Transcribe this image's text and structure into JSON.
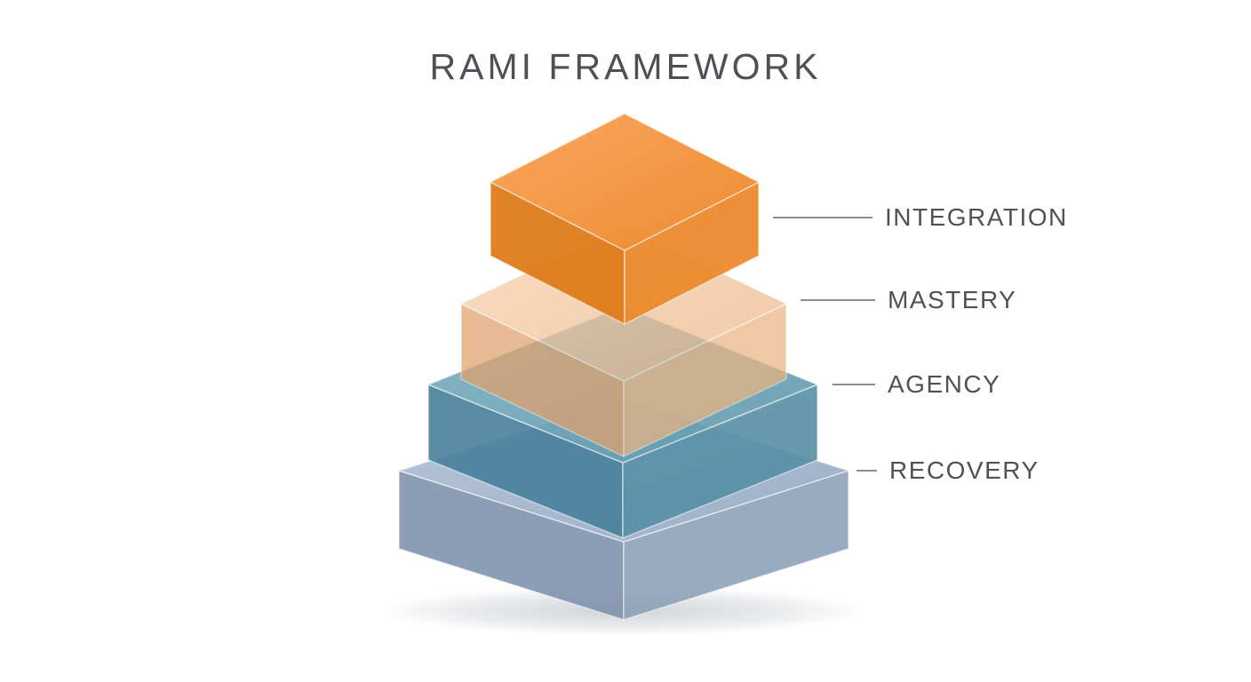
{
  "diagram": {
    "title": "RAMI FRAMEWORK",
    "layers": [
      {
        "label": "RECOVERY",
        "colors": {
          "top_light": "#aebed3",
          "top": "#8ea4bf",
          "left": "#7d91ab",
          "right": "#8aa0b8",
          "opacity": 0.88
        }
      },
      {
        "label": "AGENCY",
        "colors": {
          "top_light": "#7cb0c0",
          "top": "#5c96ab",
          "left": "#49809b",
          "right": "#5890a6",
          "opacity": 0.9
        }
      },
      {
        "label": "MASTERY",
        "colors": {
          "top_light": "#f6d2ac",
          "top": "#ecb285",
          "left": "#e0a26c",
          "right": "#eab482",
          "opacity": 0.72
        }
      },
      {
        "label": "INTEGRATION",
        "colors": {
          "top_light": "#f8a255",
          "top": "#ee8524",
          "left": "#df7b19",
          "right": "#ec8a2d",
          "opacity": 0.94
        }
      }
    ],
    "style_colors": {
      "background": "#ffffff",
      "title_text": "#4d5157",
      "label_text": "#4e5257",
      "leader_line": "#8a8e92",
      "shadow": "#6e7682"
    }
  }
}
